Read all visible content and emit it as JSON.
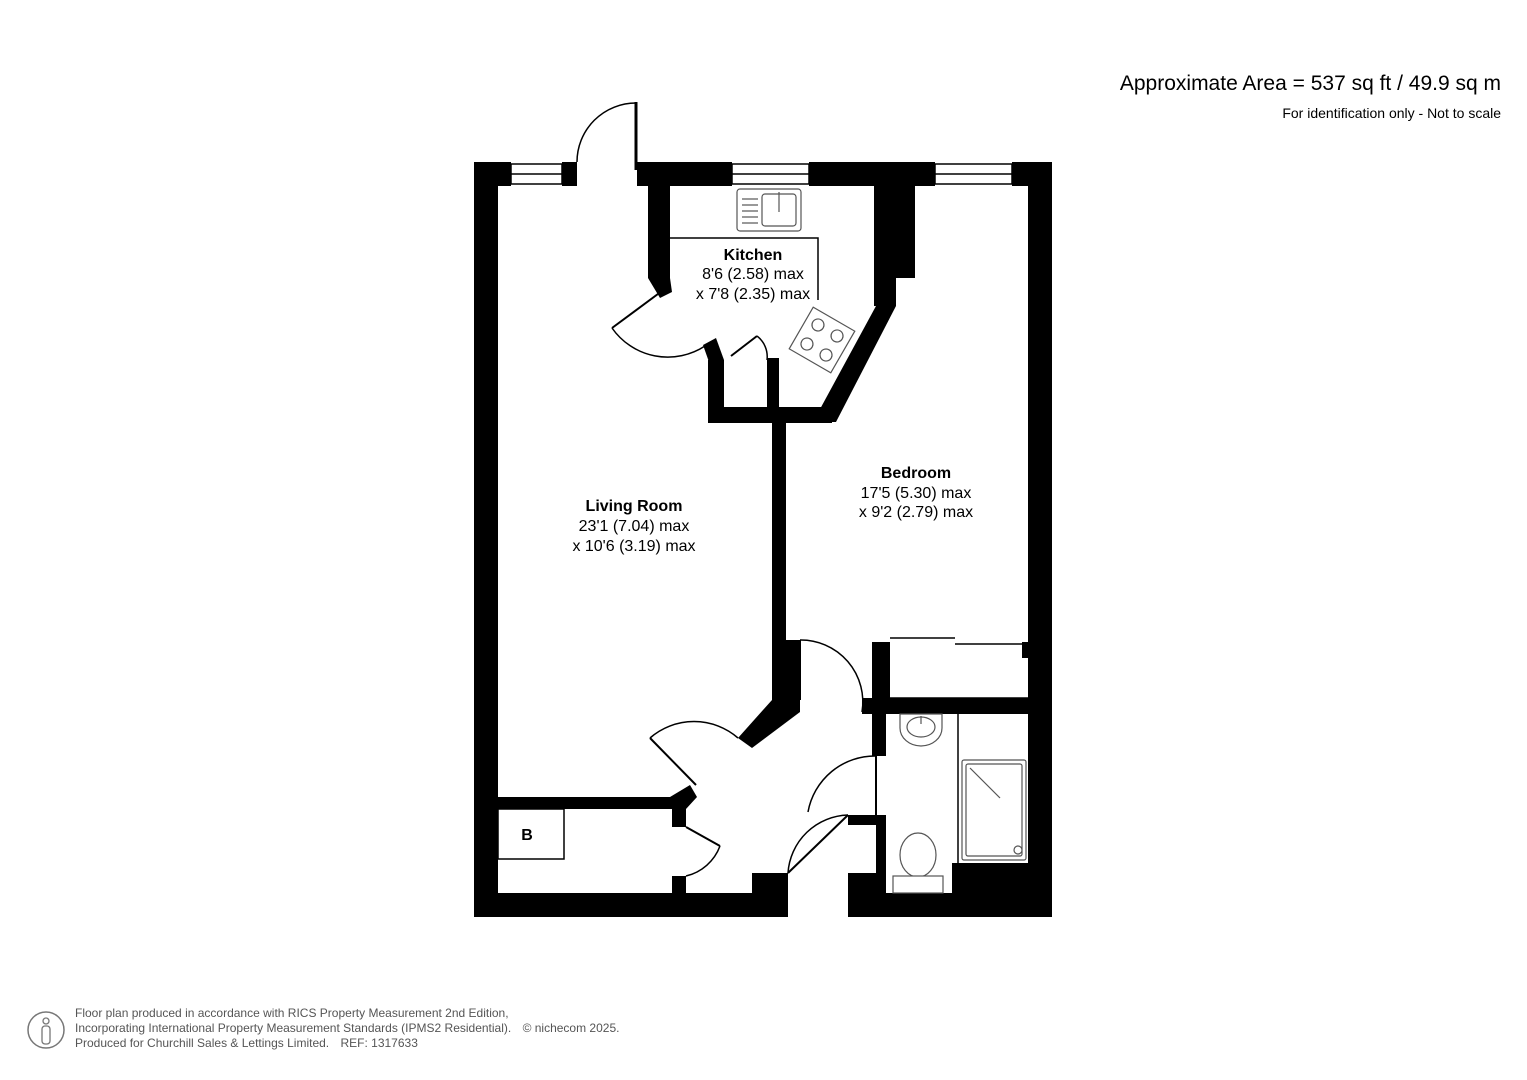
{
  "header": {
    "area": "Approximate Area = 537 sq ft / 49.9 sq m",
    "note": "For identification only - Not to scale"
  },
  "rooms": {
    "kitchen": {
      "name": "Kitchen",
      "dim1": "8'6 (2.58) max",
      "dim2": "x 7'8 (2.35) max"
    },
    "bedroom": {
      "name": "Bedroom",
      "dim1": "17'5 (5.30) max",
      "dim2": "x 9'2 (2.79) max"
    },
    "living": {
      "name": "Living Room",
      "dim1": "23'1 (7.04) max",
      "dim2": "x 10'6 (3.19) max"
    },
    "boiler": {
      "name": "B"
    }
  },
  "footer": {
    "line1": "Floor plan produced in accordance with RICS Property Measurement 2nd Edition,",
    "line2": "Incorporating International Property Measurement Standards (IPMS2 Residential).",
    "copyright": "© nichecom 2025.",
    "line3": "Produced for Churchill Sales & Lettings Limited.",
    "ref": "REF: 1317633"
  },
  "icons": [
    "person-icon",
    "sink-icon",
    "hob-icon",
    "basin-icon",
    "shower-icon",
    "toilet-icon"
  ],
  "colors": {
    "wall": "#000000",
    "fixture": "#555555",
    "footer_text": "#555555"
  }
}
